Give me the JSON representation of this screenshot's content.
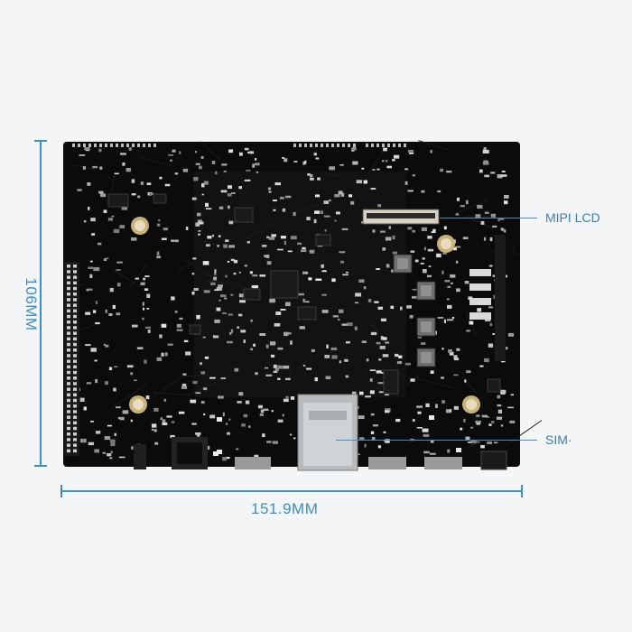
{
  "dimensions": {
    "height_label": "106MM",
    "width_label": "151.9MM"
  },
  "callouts": {
    "mipi_lcd": "MIPI LCD",
    "sim": "SIM·"
  },
  "colors": {
    "dimension": "#3d8fc4",
    "board": "#0b0b0c",
    "background": "#f3f5f7"
  }
}
